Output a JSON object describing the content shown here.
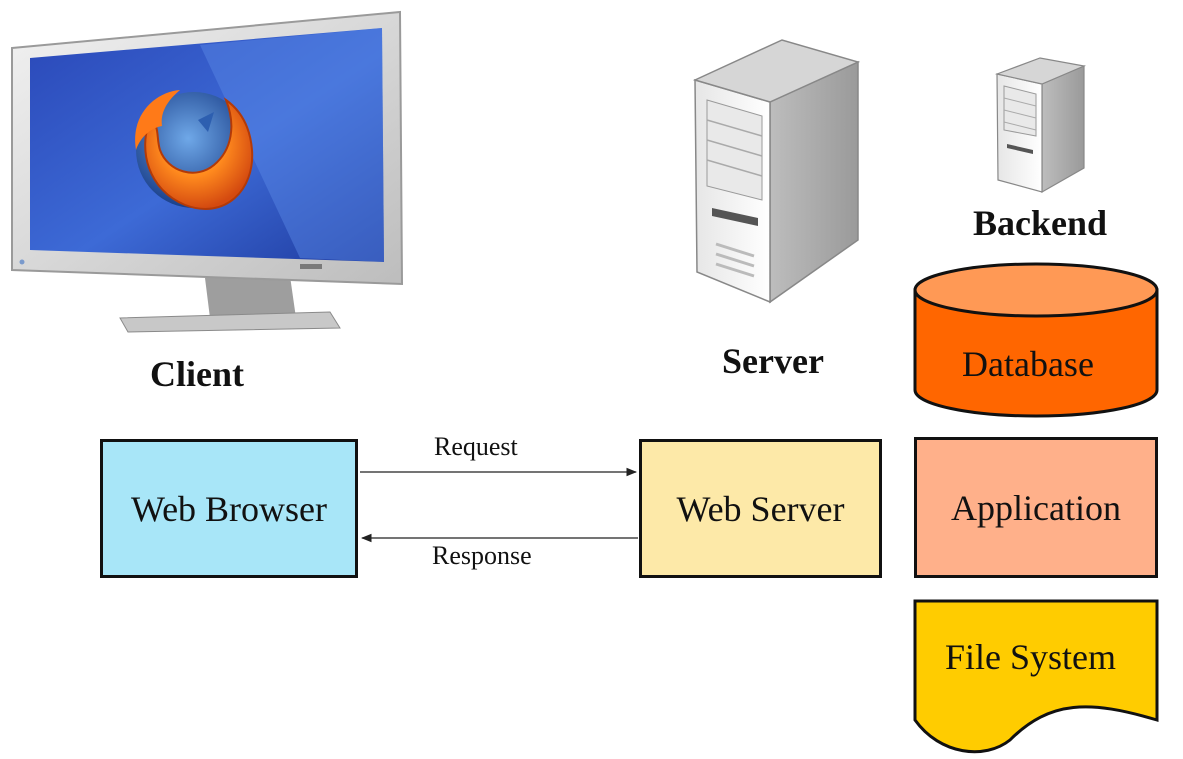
{
  "labels": {
    "client": "Client",
    "server": "Server",
    "backend": "Backend"
  },
  "boxes": {
    "web_browser": "Web Browser",
    "web_server": "Web Server",
    "database": "Database",
    "application": "Application",
    "file_system": "File System"
  },
  "arrows": {
    "request": "Request",
    "response": "Response"
  },
  "icons": {
    "monitor": "monitor-icon",
    "browser_logo": "firefox-logo-icon",
    "server_tower": "server-tower-icon",
    "backend_server": "server-tower-small-icon"
  },
  "colors": {
    "web_browser_fill": "#a8e6f8",
    "web_server_fill": "#fde9a8",
    "database_fill": "#ff6600",
    "database_top_fill": "#ff9955",
    "application_fill": "#ffb08a",
    "file_system_fill": "#ffcc00"
  }
}
